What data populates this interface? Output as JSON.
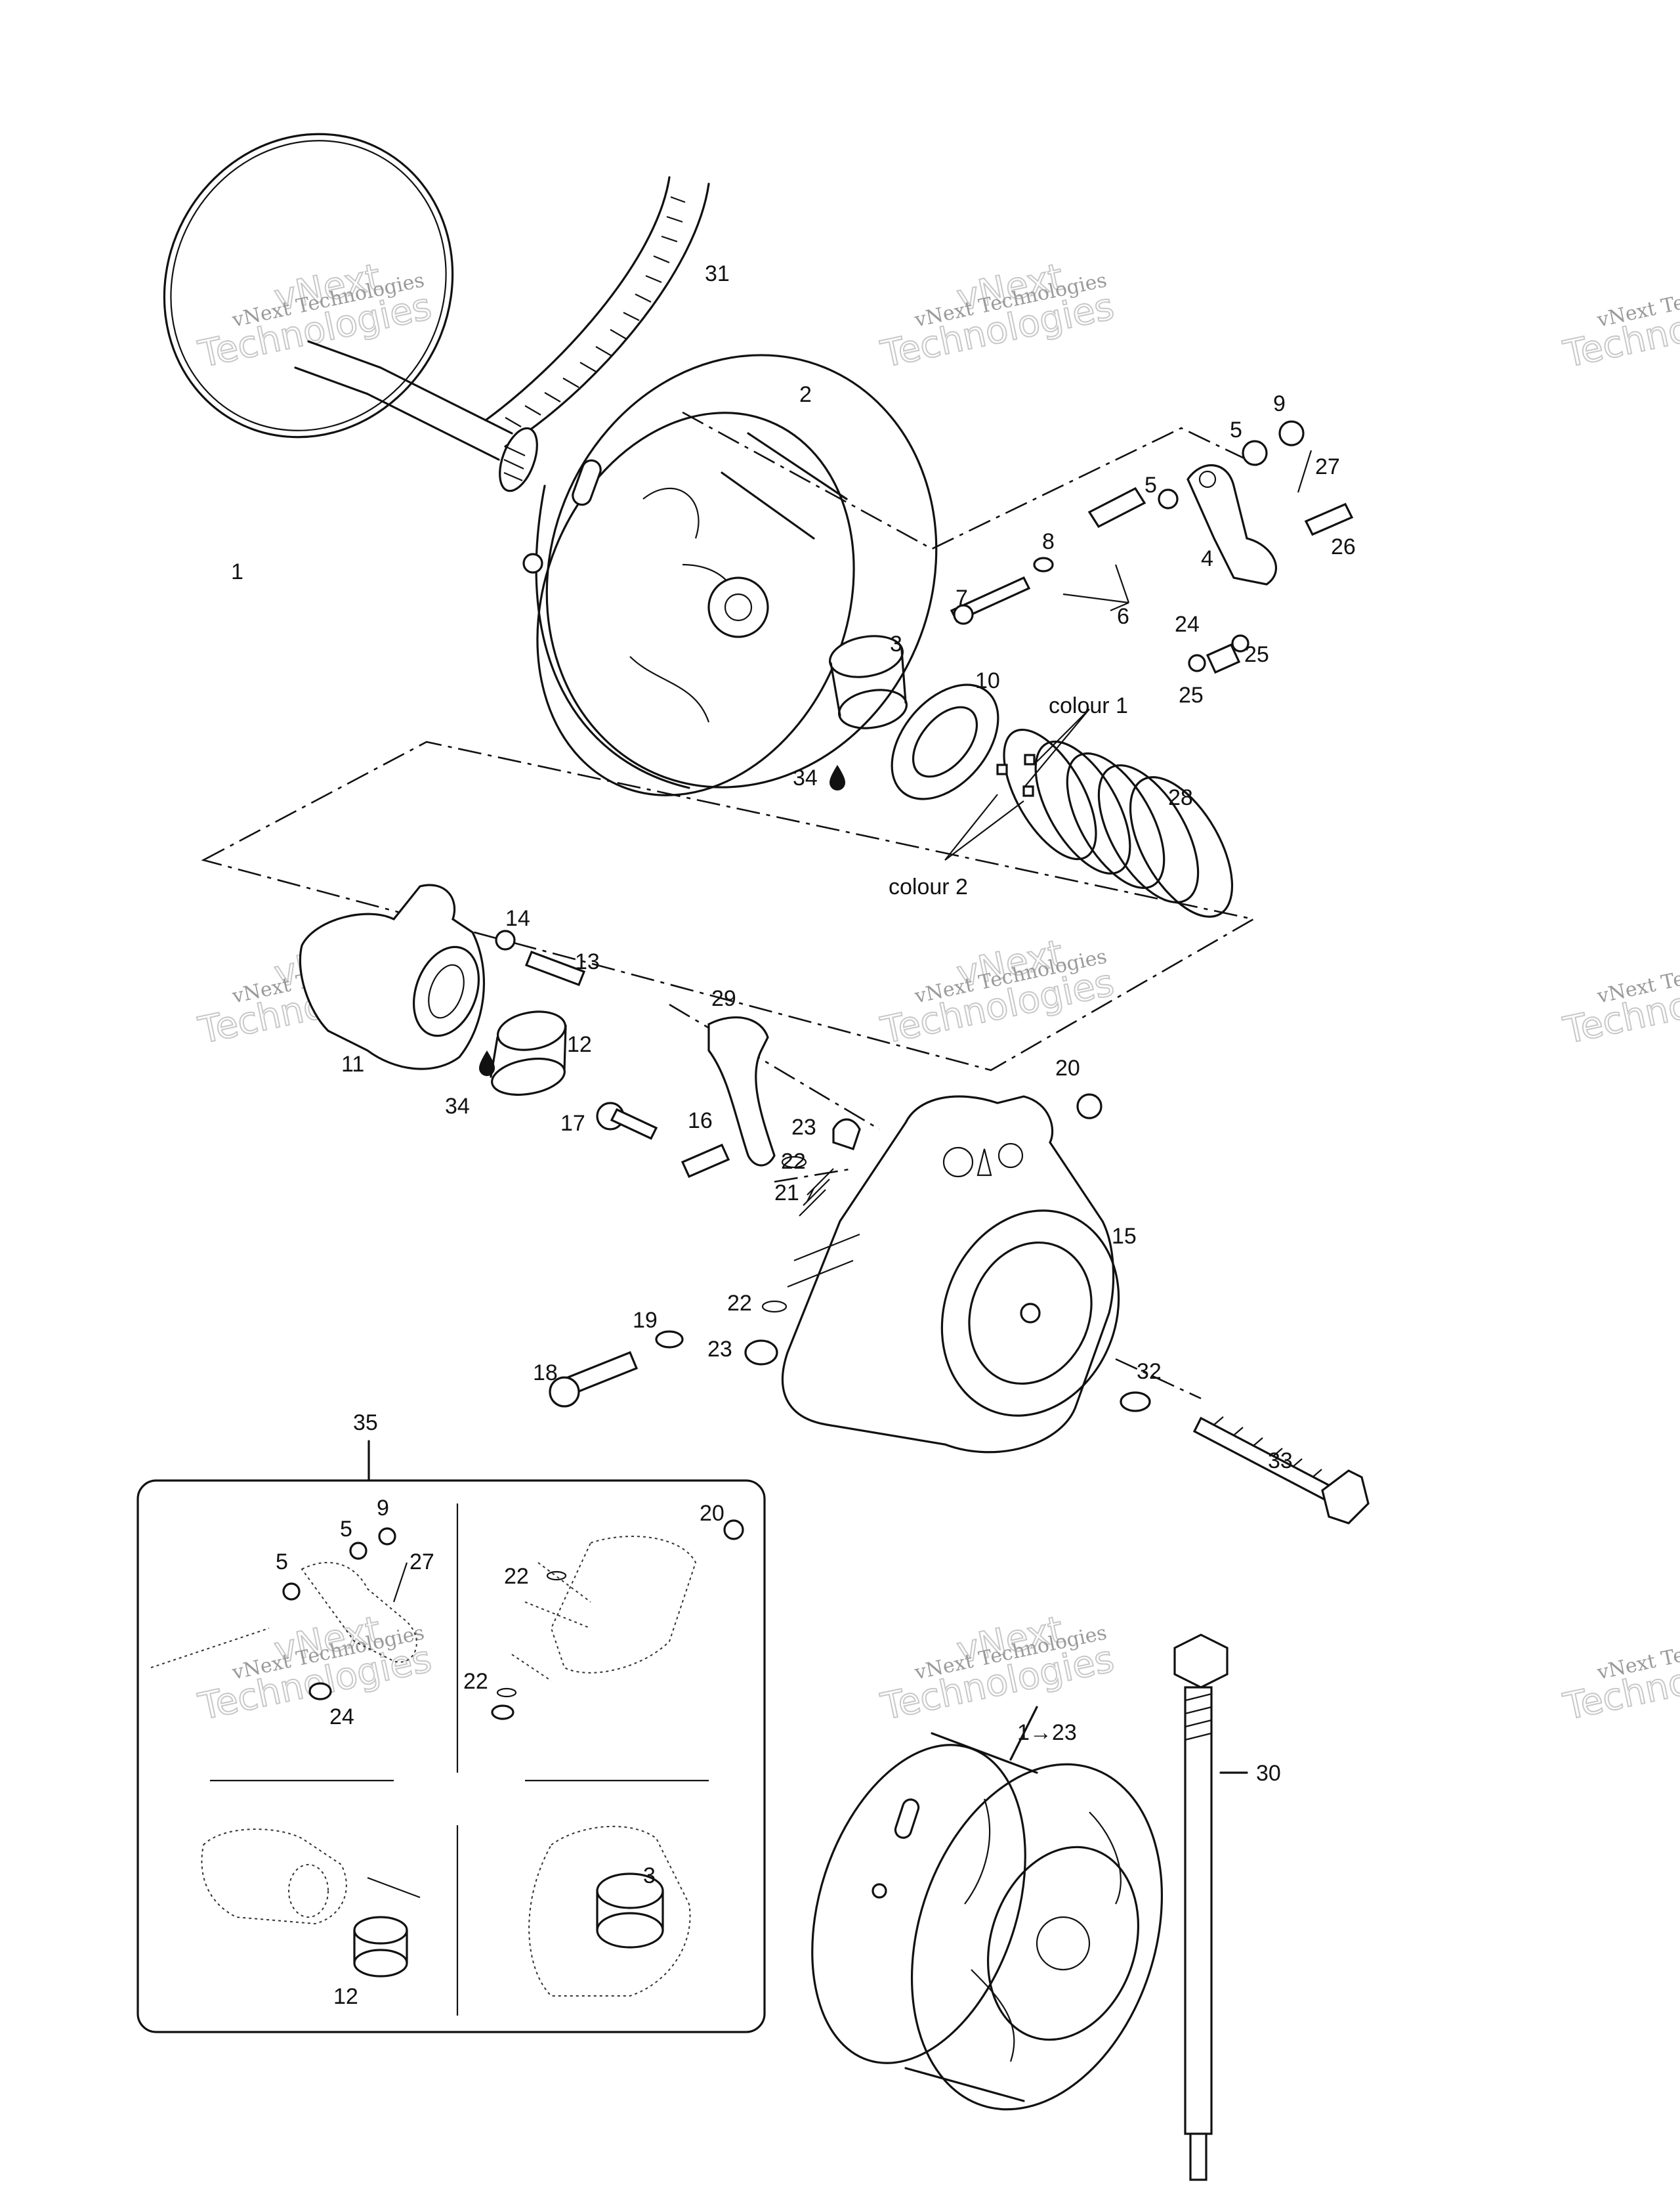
{
  "labels": {
    "l1": "1",
    "l2": "2",
    "l3": "3",
    "l4": "4",
    "l5a": "5",
    "l5b": "5",
    "l6": "6",
    "l7": "7",
    "l8": "8",
    "l9": "9",
    "l10": "10",
    "l11": "11",
    "l12": "12",
    "l13": "13",
    "l14": "14",
    "l15": "15",
    "l16": "16",
    "l17": "17",
    "l18": "18",
    "l19": "19",
    "l20": "20",
    "l21": "21",
    "l22a": "22",
    "l22b": "22",
    "l23a": "23",
    "l23b": "23",
    "l24": "24",
    "l25a": "25",
    "l25b": "25",
    "l26": "26",
    "l27": "27",
    "l28": "28",
    "l29": "29",
    "l30": "30",
    "l31": "31",
    "l32": "32",
    "l33": "33",
    "l34a": "34",
    "l34b": "34",
    "l35": "35",
    "l1to23": "1→23",
    "colour1": "colour 1",
    "colour2": "colour 2"
  },
  "inset": {
    "i5a": "5",
    "i5b": "5",
    "i9": "9",
    "i27": "27",
    "i24": "24",
    "i20": "20",
    "i22a": "22",
    "i22b": "22",
    "i12": "12",
    "i3": "3"
  },
  "watermark": {
    "top": "vNext Technologies",
    "big_a": "vNext",
    "big_b": "Technologies"
  }
}
